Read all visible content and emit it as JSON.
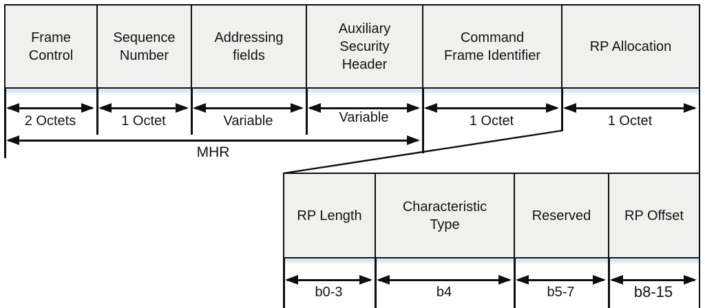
{
  "diagram": {
    "kind": "frame-format-diagram",
    "main_table": {
      "fields": [
        {
          "label": "Frame\nControl",
          "size": "2 Octets"
        },
        {
          "label": "Sequence\nNumber",
          "size": "1 Octet"
        },
        {
          "label": "Addressing\nfields",
          "size": "Variable"
        },
        {
          "label": "Auxiliary\nSecurity\nHeader",
          "size": "Variable"
        },
        {
          "label": "Command\nFrame Identifier",
          "size": "1 Octet"
        },
        {
          "label": "RP Allocation",
          "size": "1 Octet"
        }
      ],
      "span_label": "MHR"
    },
    "sub_table": {
      "fields": [
        {
          "label": "RP Length",
          "bits": "b0-3"
        },
        {
          "label": "Characteristic\nType",
          "bits": "b4"
        },
        {
          "label": "Reserved",
          "bits": "b5-7"
        },
        {
          "label": "RP Offset",
          "bits": "b8-15"
        }
      ]
    },
    "colors": {
      "box_fill": "#f0f0ef",
      "line": "#0e0e0e",
      "shadow_band": "#c9def2"
    }
  }
}
